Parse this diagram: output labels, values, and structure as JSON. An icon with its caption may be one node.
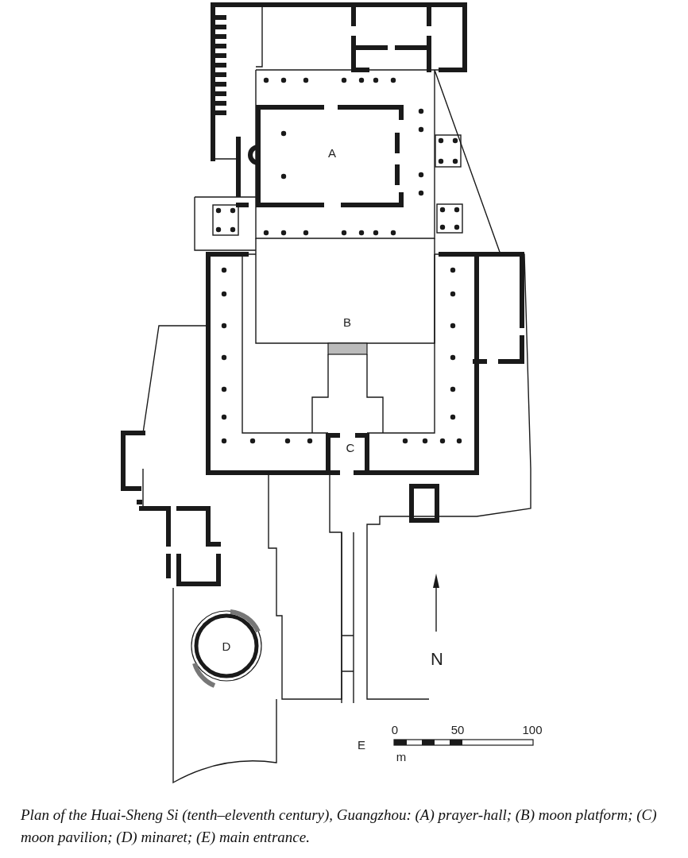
{
  "diagram": {
    "caption": "Plan of the Huai-Sheng Si (tenth–eleventh century), Guangzhou: (A) prayer-hall; (B) moon platform; (C) moon pavilion; (D) minaret; (E) main entrance.",
    "labels": [
      "A",
      "B",
      "C",
      "D",
      "E",
      "N",
      "0",
      "50",
      "100",
      "m"
    ]
  }
}
